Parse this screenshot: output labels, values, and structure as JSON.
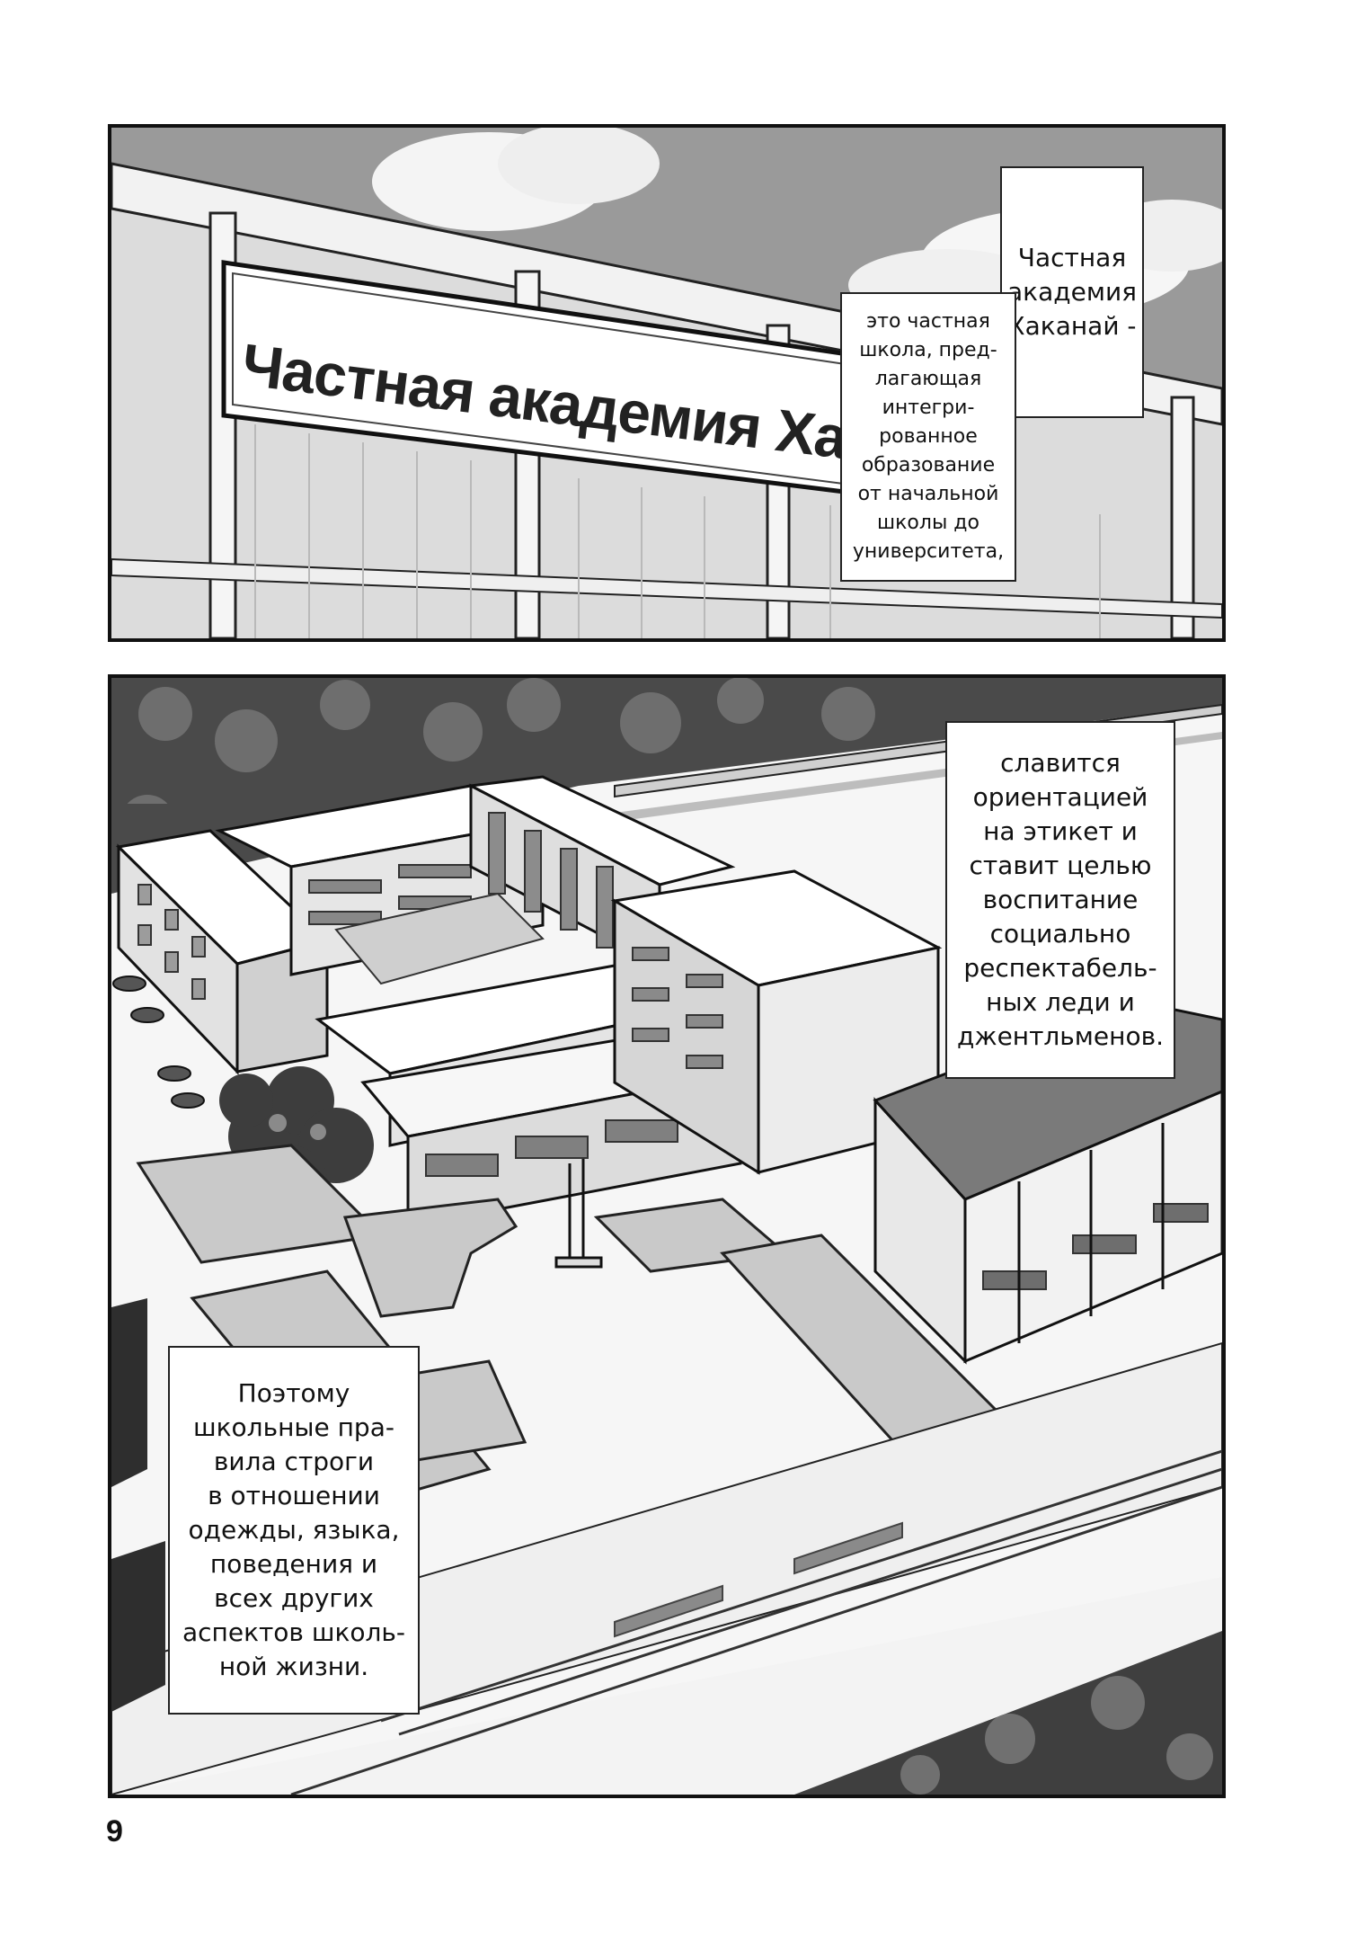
{
  "page": {
    "number": "9"
  },
  "panel_top": {
    "sign_text": "Частная академия Хаканай",
    "caption_title": "Частная\nакадемия\nХаканай -",
    "caption_body": "это частная\nшкола, пред-\nлагающая\nинтегри-\nрованное\nобразование\nот начальной\nшколы до\nуниверситета,"
  },
  "panel_bottom": {
    "caption_etiquette": "славится\nориентацией\nна этикет и\nставит целью\nвоспитание\nсоциально\nреспектабель-\nных леди и\nджентльменов.",
    "caption_rules": "Поэтому\nшкольные пра-\nвила строги\nв отношении\nодежды, языка,\nповедения и\nвсех других\nаспектов школь-\nной жизни."
  },
  "colors": {
    "ink": "#111111",
    "paper": "#ffffff",
    "sky": "#9a9a9a",
    "screentone": "#c9c9c9",
    "foliage": "#4a4a4a"
  }
}
